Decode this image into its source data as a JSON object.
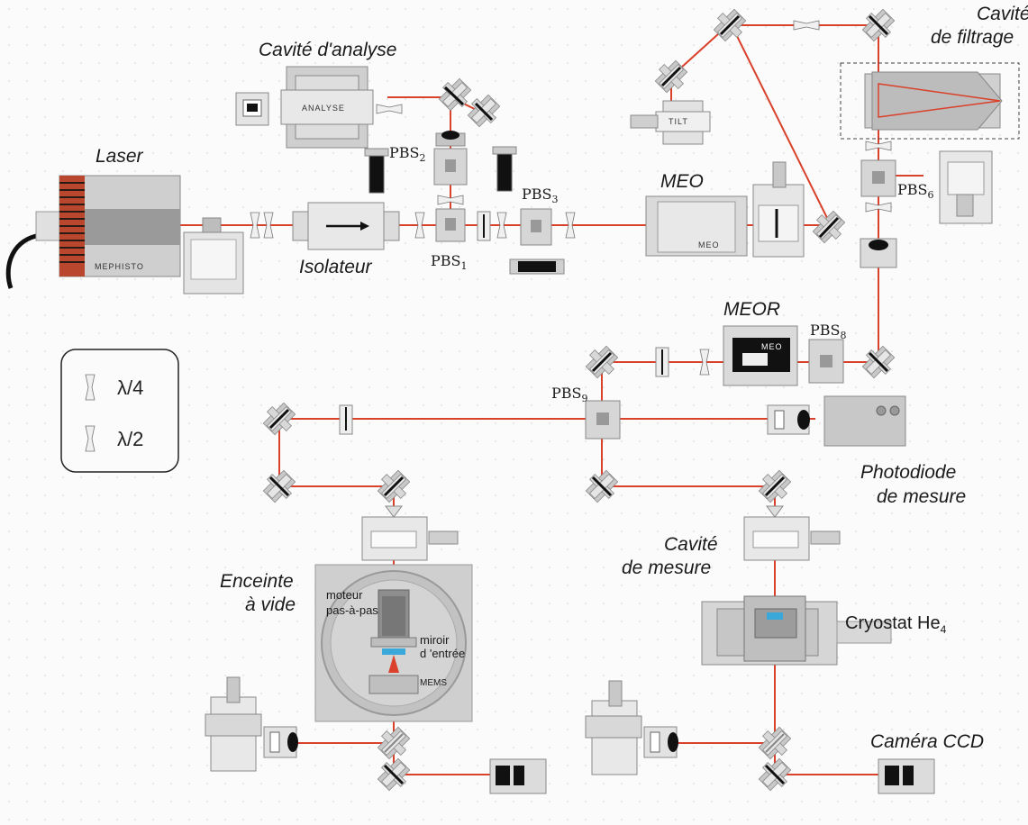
{
  "colors": {
    "beam": "#d9412b",
    "background": "#fbfbfb",
    "component_fill": "#d7d7d7",
    "component_dark": "#1a1a1a"
  },
  "labels": {
    "cavite_analyse": "Cavité d'analyse",
    "cavite_filtrage_1": "Cavité",
    "cavite_filtrage_2": "de filtrage",
    "laser": "Laser",
    "isolateur": "Isolateur",
    "meo": "MEO",
    "meor": "MEOR",
    "photodiode_1": "Photodiode",
    "photodiode_2": "de mesure",
    "enceinte_1": "Enceinte",
    "enceinte_2": "à vide",
    "cavite_mesure_1": "Cavité",
    "cavite_mesure_2": "de mesure",
    "cryostat": "Cryostat He",
    "cryostat_sub": "4",
    "camera": "Caméra CCD",
    "moteur_1": "moteur",
    "moteur_2": "pas-à-pas",
    "miroir_1": "miroir",
    "miroir_2": "d 'entrée",
    "mems": "MEMS"
  },
  "pbs": [
    {
      "id": "pbs1",
      "base": "PBS",
      "sub": "1"
    },
    {
      "id": "pbs2",
      "base": "PBS",
      "sub": "2"
    },
    {
      "id": "pbs3",
      "base": "PBS",
      "sub": "3"
    },
    {
      "id": "pbs6",
      "base": "PBS",
      "sub": "6"
    },
    {
      "id": "pbs8",
      "base": "PBS",
      "sub": "8"
    },
    {
      "id": "pbs9",
      "base": "PBS",
      "sub": "9"
    }
  ],
  "device_text": {
    "analyse": "ANALYSE",
    "mephisto": "MEPHISTO",
    "meo_box": "MEO",
    "meor_box": "MEO",
    "tilt": "TILT"
  },
  "legend": [
    {
      "symbol": "quarter-wave-plate-icon",
      "label": "λ/4"
    },
    {
      "symbol": "half-wave-plate-icon",
      "label": "λ/2"
    }
  ]
}
